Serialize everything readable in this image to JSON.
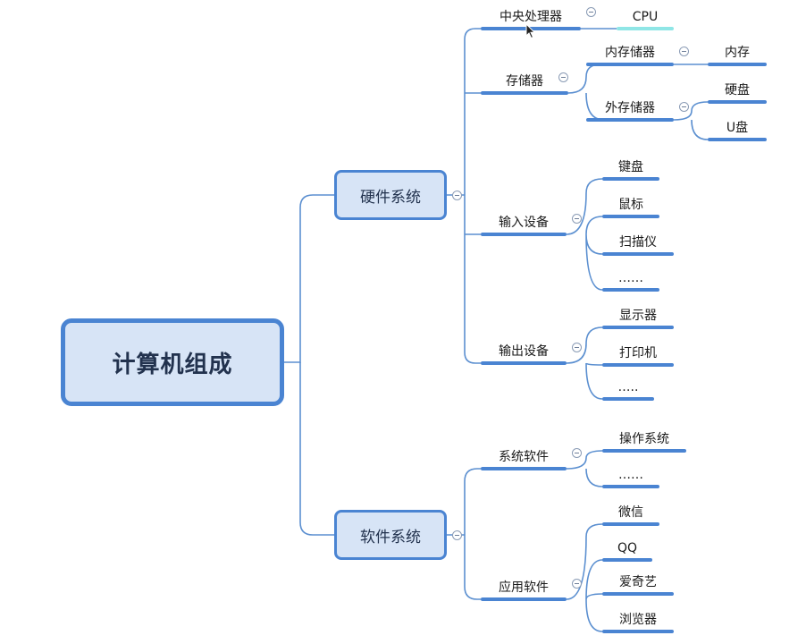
{
  "root": "计算机组成",
  "hardware": {
    "label": "硬件系统",
    "cpu": {
      "label": "中央处理器",
      "child": "CPU"
    },
    "storage": {
      "label": "存储器",
      "internal": {
        "label": "内存储器",
        "child": "内存"
      },
      "external": {
        "label": "外存储器",
        "children": [
          "硬盘",
          "U盘"
        ]
      }
    },
    "input": {
      "label": "输入设备",
      "children": [
        "键盘",
        "鼠标",
        "扫描仪",
        "……"
      ]
    },
    "output": {
      "label": "输出设备",
      "children": [
        "显示器",
        "打印机",
        "….."
      ]
    }
  },
  "software": {
    "label": "软件系统",
    "system": {
      "label": "系统软件",
      "children": [
        "操作系统",
        "……"
      ]
    },
    "app": {
      "label": "应用软件",
      "children": [
        "微信",
        "QQ",
        "爱奇艺",
        "浏览器"
      ]
    }
  },
  "colors": {
    "line": "#5b8fd0",
    "accent": "#4a84d2",
    "node_fill": "#d7e4f6",
    "highlight": "#8fe6e6"
  },
  "icons": {
    "collapse": "minus-circle-icon",
    "cursor": "mouse-cursor-icon"
  }
}
